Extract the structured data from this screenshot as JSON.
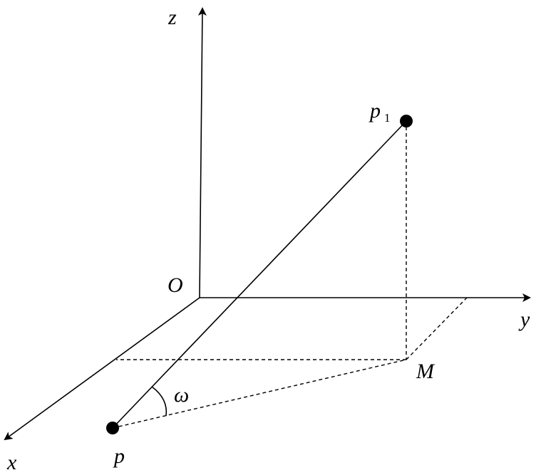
{
  "labels": {
    "z": "z",
    "y": "y",
    "x": "x",
    "origin": "O",
    "p1": "p",
    "p1_sub": "1",
    "p": "p",
    "M": "M",
    "omega": "ω"
  }
}
